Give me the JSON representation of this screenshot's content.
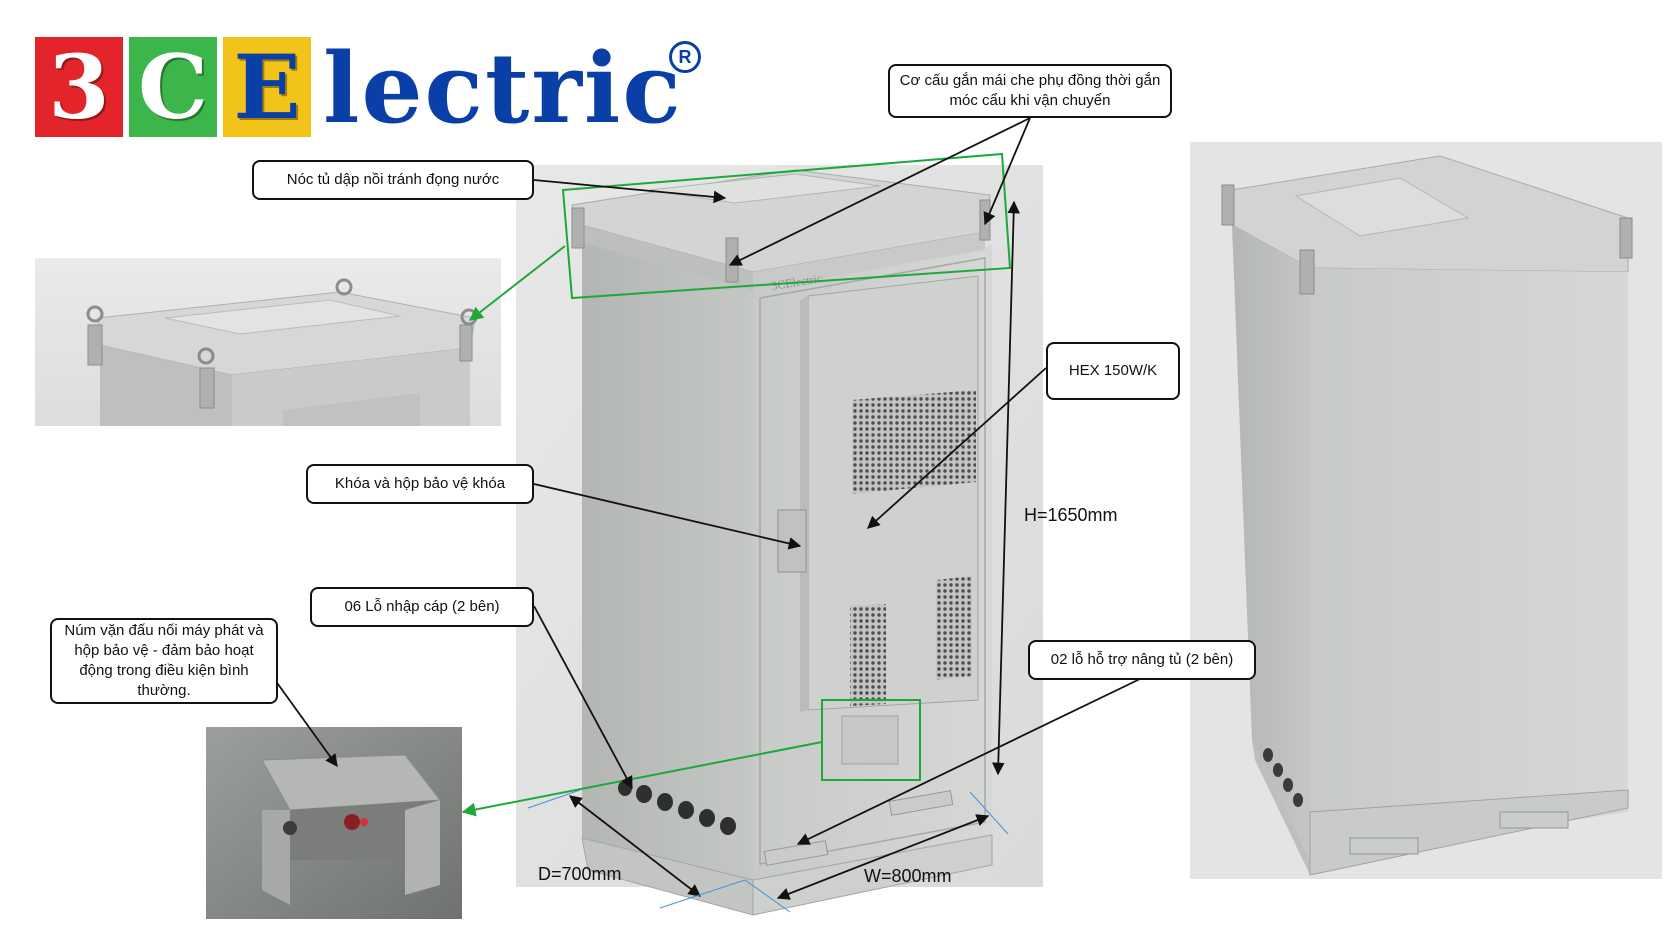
{
  "brand": {
    "letter_1": "3",
    "letter_2": "C",
    "letter_3": "E",
    "word": "lectric",
    "registered_mark": "R",
    "colors": {
      "red": "#e3242b",
      "green": "#3cb54a",
      "yellow": "#f2c318",
      "blue": "#0b3fa8"
    }
  },
  "callouts": {
    "roof_mount": "Cơ cấu gắn mái che phụ đồng thời gắn móc cẩu khi vận chuyển",
    "roof_top": "Nóc tủ dập nồi tránh đọng nước",
    "hex": "HEX 150W/K",
    "lock": "Khóa và hộp bảo vệ khóa",
    "cable_holes": "06 Lỗ nhập cáp (2 bên)",
    "generator_knob": "Núm vặn đấu nối máy phát và hộp bảo vệ - đảm bảo hoạt động trong điều kiện bình thường.",
    "lift_holes": "02 lỗ hỗ trợ nâng tủ (2 bên)"
  },
  "dimensions": {
    "height": "H=1650mm",
    "depth": "D=700mm",
    "width": "W=800mm"
  },
  "cabinet_brand_mark": "3CElectric",
  "colors": {
    "cabinet": "#c9cbc8",
    "callout_border": "#111111",
    "highlight": "#1fa83a"
  }
}
